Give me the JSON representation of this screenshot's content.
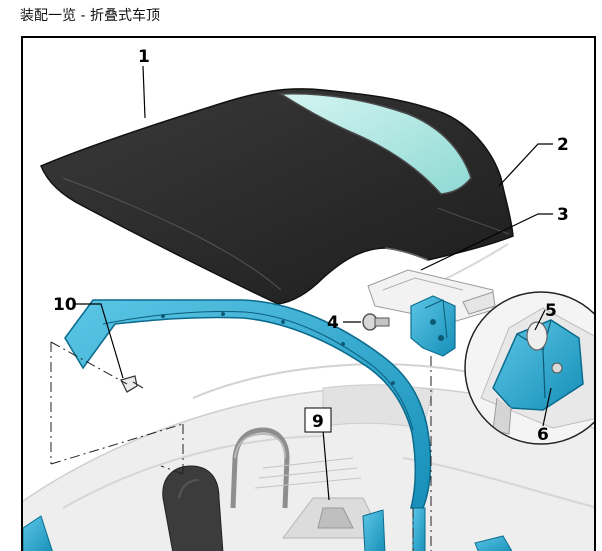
{
  "page": {
    "title": "装配一览 - 折叠式车顶"
  },
  "diagram": {
    "callouts": [
      {
        "id": "c1",
        "label": "1"
      },
      {
        "id": "c2",
        "label": "2"
      },
      {
        "id": "c3",
        "label": "3"
      },
      {
        "id": "c4",
        "label": "4"
      },
      {
        "id": "c5",
        "label": "5"
      },
      {
        "id": "c6",
        "label": "6"
      },
      {
        "id": "c9",
        "label": "9"
      },
      {
        "id": "c10",
        "label": "10"
      }
    ]
  },
  "colors": {
    "soft_top": "#2b2b2b",
    "rear_window": "#b9ece8",
    "frame_part": "#27a7cf",
    "car_body": "#e9e9e9",
    "callout_text": "#000000"
  }
}
